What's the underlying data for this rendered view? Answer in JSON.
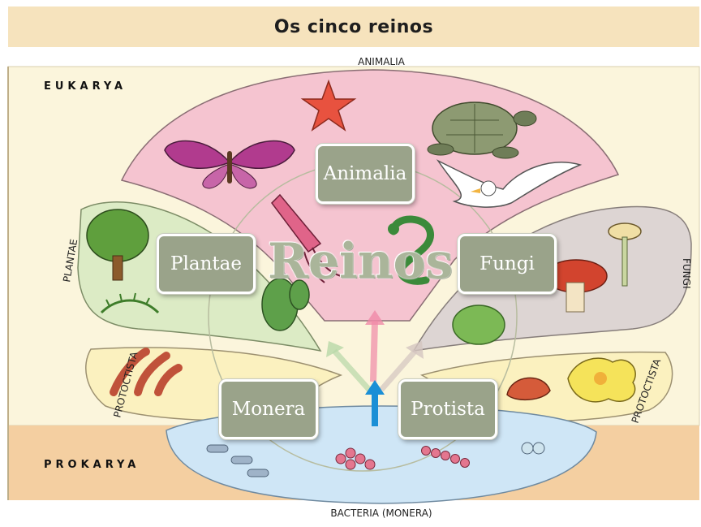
{
  "header": {
    "title": "Os cinco reinos"
  },
  "diagram": {
    "center_label": "Reinos",
    "domains": {
      "eukarya": "EUKARYA",
      "prokarya": "PROKARYA"
    },
    "region_labels": {
      "animalia": "ANIMALIA",
      "plantae": "PLANTAE",
      "fungi": "FUNGI",
      "protoctista_left": "PROTOCTISTA",
      "protoctista_right": "PROTOCTISTA",
      "bacteria": "BACTERIA (MONERA)"
    },
    "kingdoms": {
      "animalia": "Animalia",
      "plantae": "Plantae",
      "fungi": "Fungi",
      "monera": "Monera",
      "protista": "Protista"
    },
    "colors": {
      "title_bar": "#f6e3bd",
      "eukarya_bg": "#fbf5dc",
      "prokarya_bg": "#f4cfa1",
      "animalia": "#f5c4d0",
      "plantae": "#dcebc5",
      "fungi": "#ddd5d3",
      "protoctista": "#fbf1bf",
      "bacteria": "#cfe6f6",
      "kingdom_box": "#9aa38a"
    },
    "icons": [
      "starfish-icon",
      "turtle-icon",
      "butterfly-icon",
      "bird-icon",
      "squid-icon",
      "snake-icon",
      "tree-icon",
      "fern-icon",
      "cactus-icon",
      "mushroom-icon",
      "moss-icon",
      "coral-icon",
      "shell-icon",
      "amoeba-icon",
      "bacteria-icon"
    ]
  }
}
